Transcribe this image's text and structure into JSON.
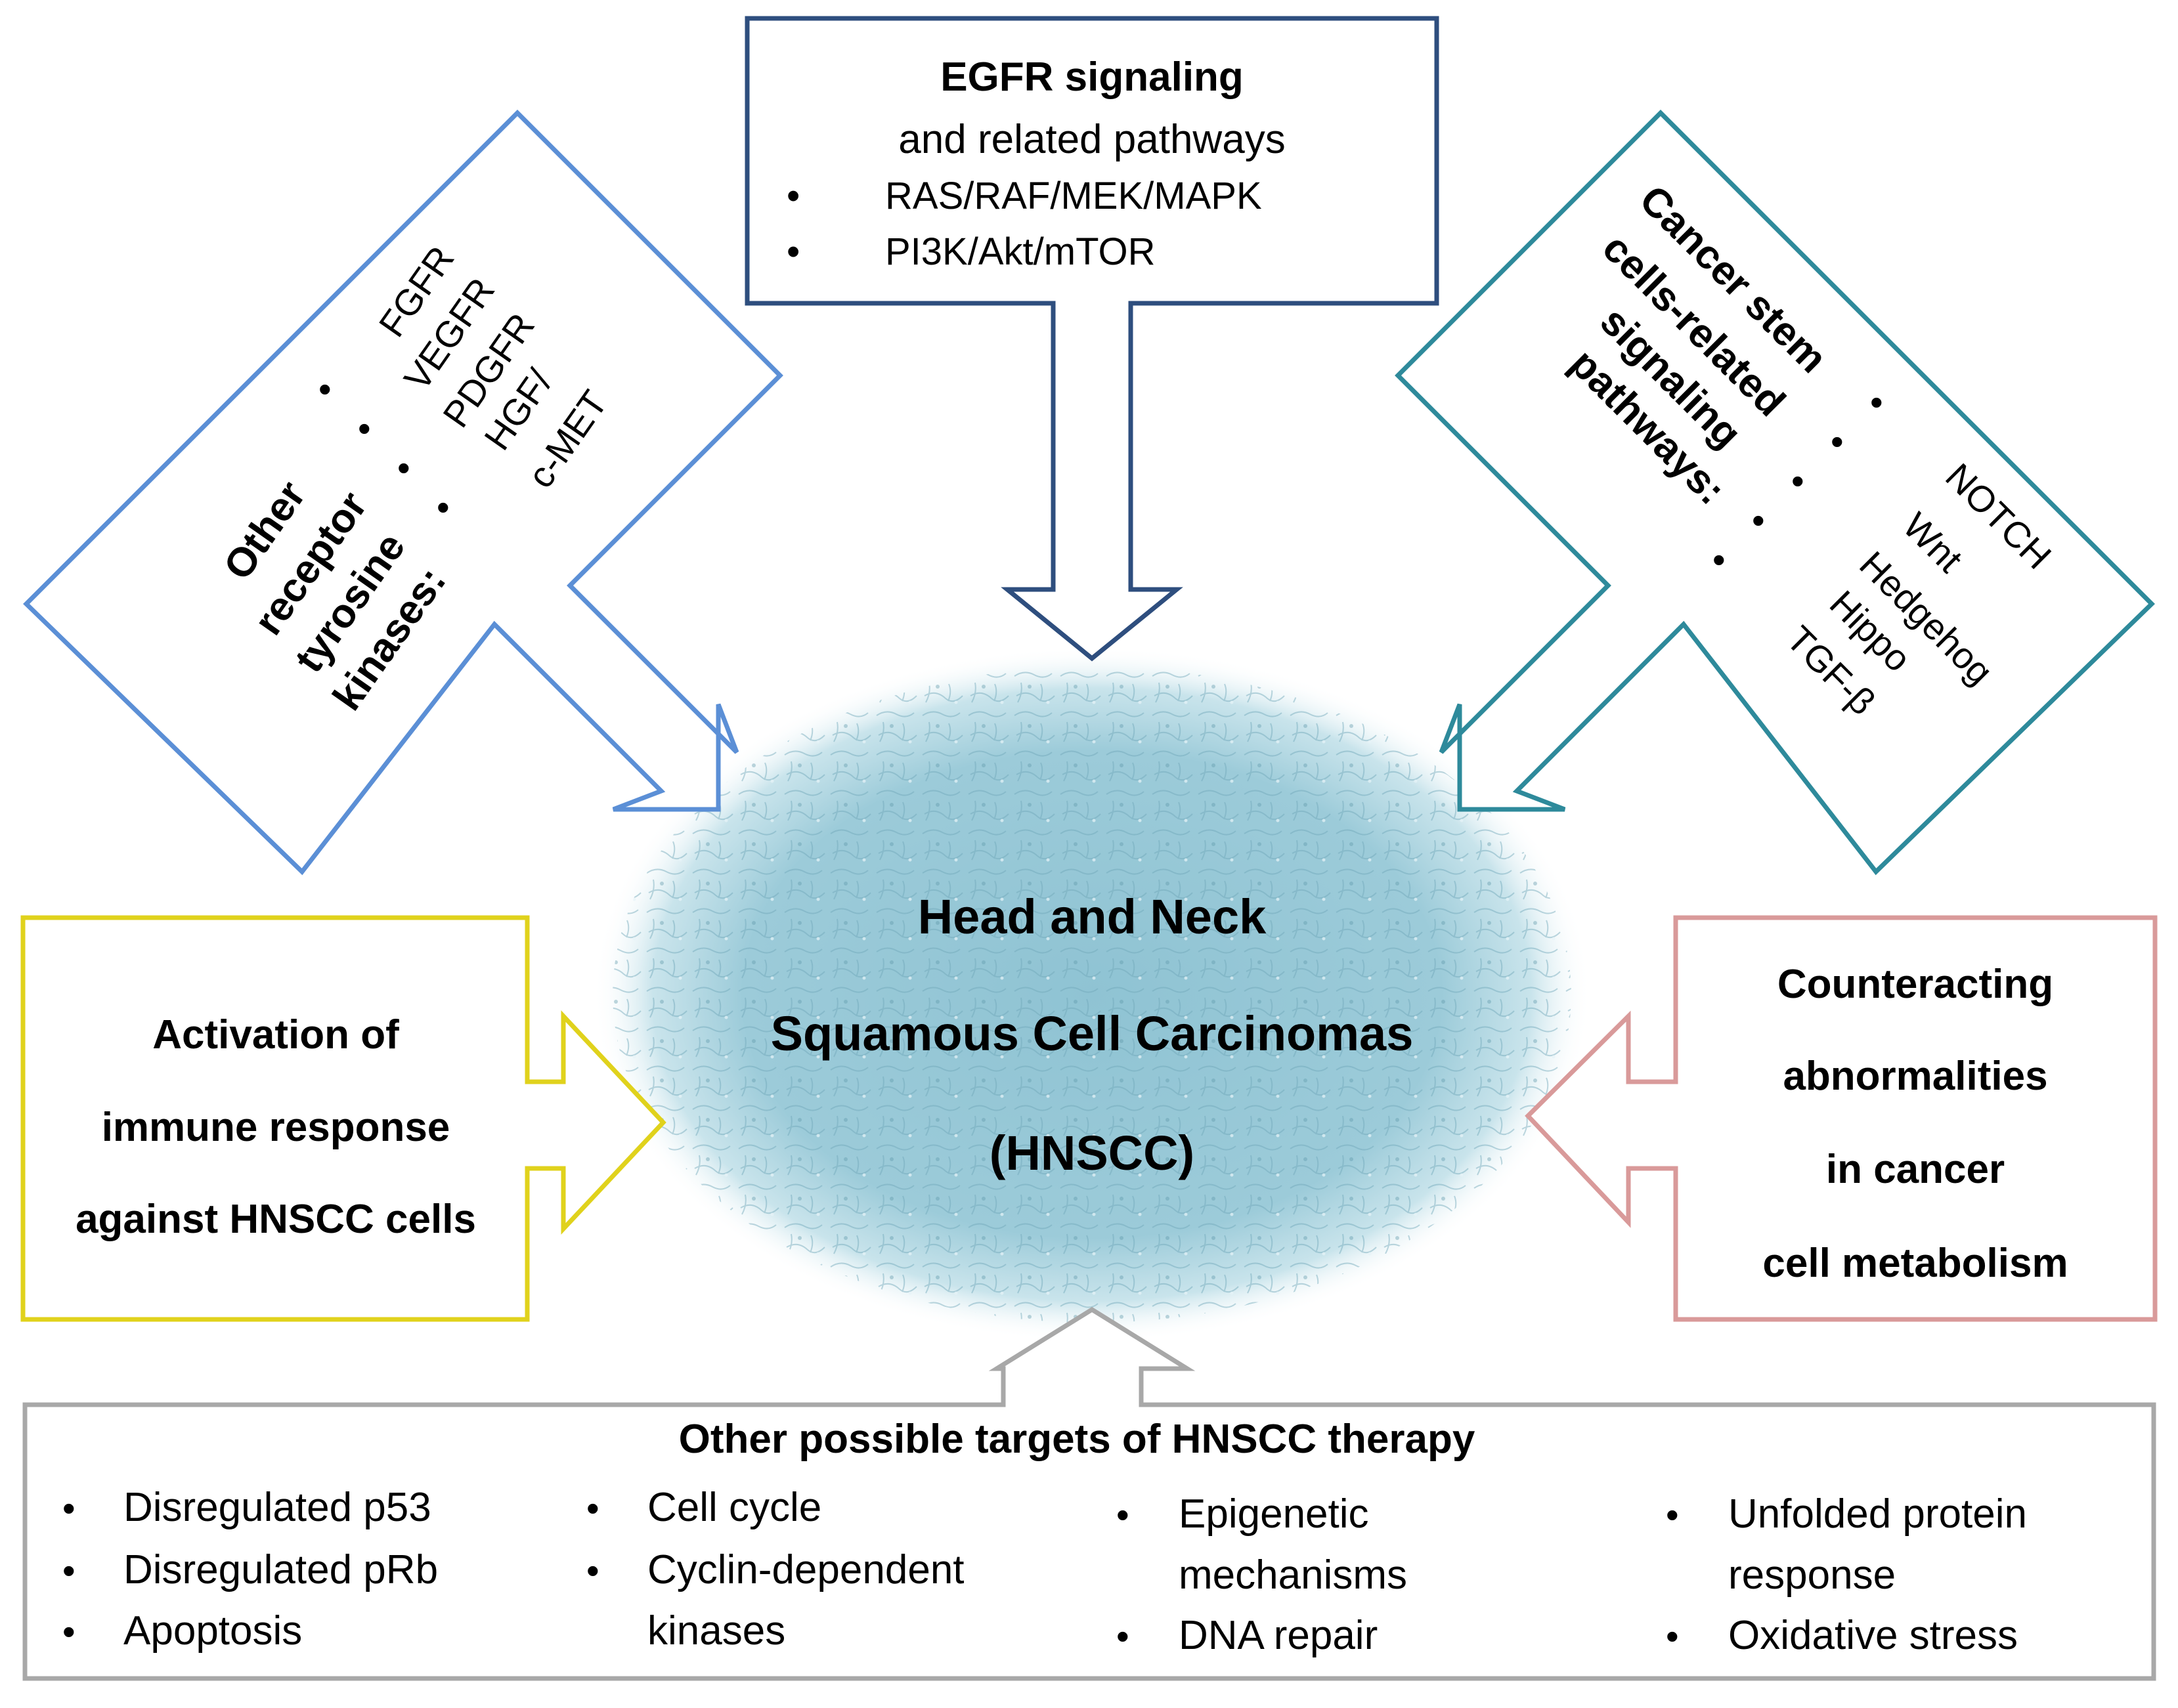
{
  "center": {
    "line1": "Head and Neck",
    "line2": "Squamous Cell Carcinomas",
    "line3": "(HNSCC)"
  },
  "egfr": {
    "title": "EGFR signaling",
    "subtitle": "and related pathways",
    "items": [
      "RAS/RAF/MEK/MAPK",
      "PI3K/Akt/mTOR"
    ]
  },
  "rtk": {
    "title_lines": [
      "Other",
      "receptor",
      "tyrosine",
      "kinases:"
    ],
    "items": [
      "FGFR",
      "VEGFR",
      "PDGFR",
      "HGF/",
      "c-MET"
    ]
  },
  "stem": {
    "title_lines": [
      "Cancer stem",
      "cells-related",
      "signaling",
      "pathways:"
    ],
    "items": [
      "NOTCH",
      "Wnt",
      "Hedgehog",
      "Hippo",
      "TGF-β"
    ]
  },
  "immune": {
    "lines": [
      "Activation of",
      "immune response",
      "against HNSCC cells"
    ]
  },
  "metabolism": {
    "lines": [
      "Counteracting",
      "abnormalities",
      "in cancer",
      "cell metabolism"
    ]
  },
  "other": {
    "title": "Other possible targets of HNSCC therapy",
    "col1": [
      "Disregulated p53",
      "Disregulated pRb",
      "Apoptosis"
    ],
    "col2": [
      "Cell cycle",
      "Cyclin-dependent",
      "kinases"
    ],
    "col3": [
      "Epigenetic",
      "mechanisms",
      "DNA repair"
    ],
    "col4": [
      "Unfolded protein",
      "response",
      "Oxidative stress"
    ]
  },
  "colors": {
    "egfr": "#2e4e7e",
    "rtk": "#5b8fd6",
    "stem": "#2e8a9b",
    "immune": "#e0d21c",
    "metabolism": "#d99a9a",
    "other": "#a8a8a8",
    "cell_fill": "#8fc3d3"
  }
}
